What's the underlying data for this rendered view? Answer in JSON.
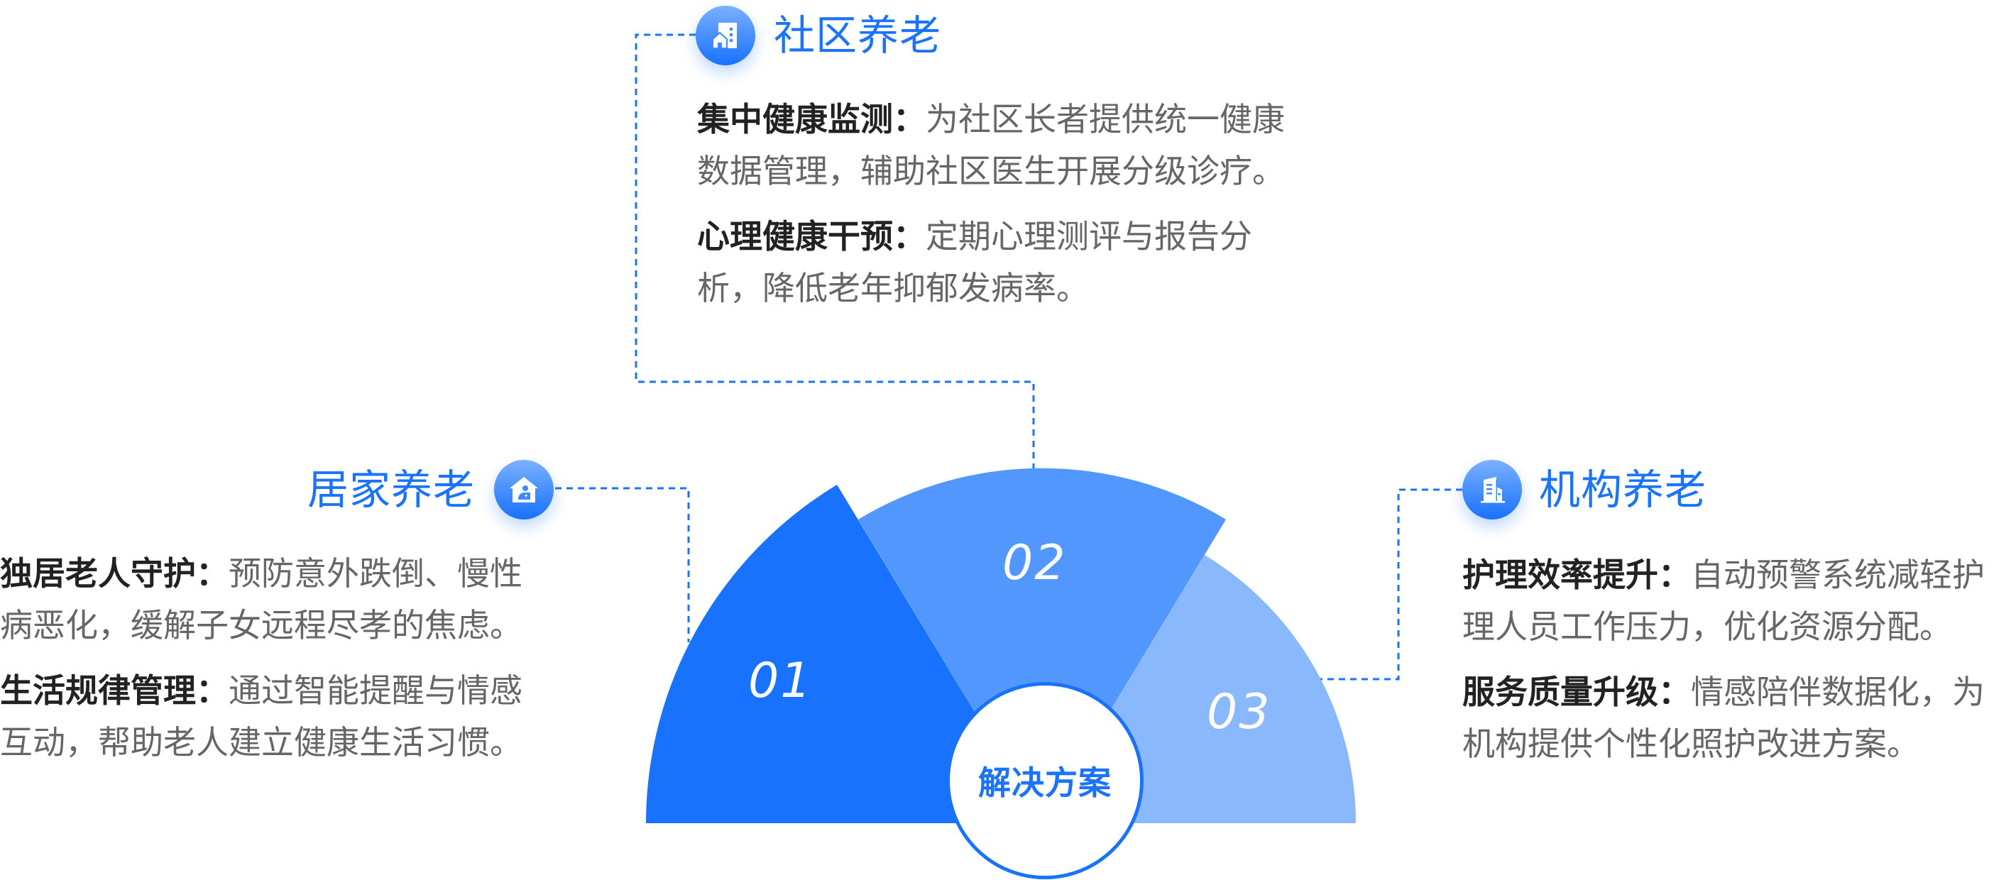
{
  "center": {
    "label": "解决方案"
  },
  "colors": {
    "accent": "#1a73fa",
    "segment_01": "#1872fe",
    "segment_02": "#5297fd",
    "segment_03": "#8ab8fd",
    "label_text": "#222222",
    "body_text": "#666666"
  },
  "segments": [
    {
      "number": "01",
      "title": "居家养老",
      "icon": "house-person-icon"
    },
    {
      "number": "02",
      "title": "社区养老",
      "icon": "community-building-icon"
    },
    {
      "number": "03",
      "title": "机构养老",
      "icon": "institution-building-icon"
    }
  ],
  "home": {
    "title": "居家养老",
    "items": [
      {
        "label": "独居老人守护：",
        "line1": "预防意外跌倒、慢性",
        "line2": "病恶化，缓解子女远程尽孝的焦虑。"
      },
      {
        "label": "生活规律管理：",
        "line1": "通过智能提醒与情感",
        "line2": "互动，帮助老人建立健康生活习惯。"
      }
    ]
  },
  "community": {
    "title": "社区养老",
    "items": [
      {
        "label": "集中健康监测：",
        "line1": "为社区长者提供统一健康",
        "line2": "数据管理，辅助社区医生开展分级诊疗。"
      },
      {
        "label": "心理健康干预：",
        "line1": "定期心理测评与报告分",
        "line2": "析，降低老年抑郁发病率。"
      }
    ]
  },
  "institution": {
    "title": "机构养老",
    "items": [
      {
        "label": "护理效率提升：",
        "line1": "自动预警系统减轻护",
        "line2": "理人员工作压力，优化资源分配。"
      },
      {
        "label": "服务质量升级：",
        "line1": "情感陪伴数据化，为",
        "line2": "机构提供个性化照护改进方案。"
      }
    ]
  }
}
